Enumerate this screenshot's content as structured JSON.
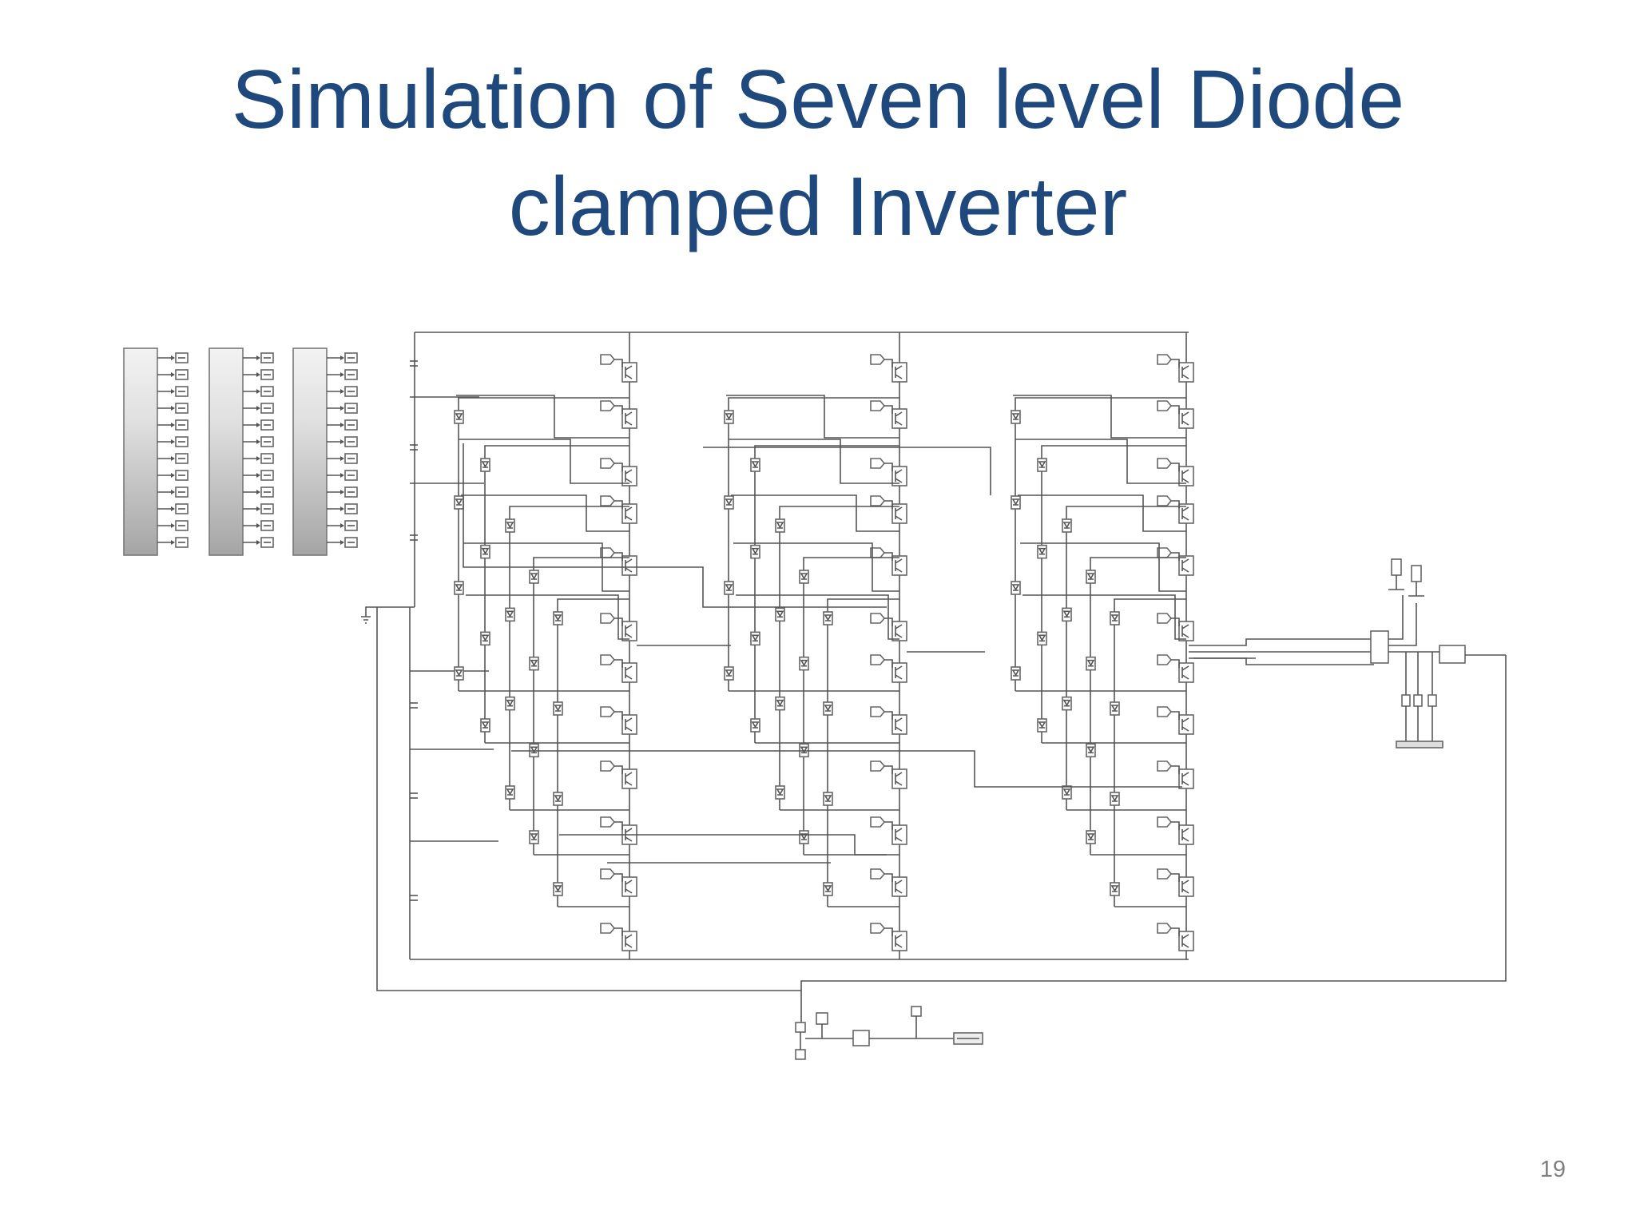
{
  "slide": {
    "title_line1": "Simulation of Seven level Diode",
    "title_line2": "clamped Inverter",
    "page_number": "19"
  },
  "schematic": {
    "source": "Simulink model",
    "signal_source_blocks": 3,
    "gate_outputs_per_source": 12,
    "phase_legs": 3,
    "switches_per_leg": 12,
    "clamp_diode_columns_per_leg": 5,
    "dc_capacitors": 6,
    "colors": {
      "wire": "#555555",
      "block_border": "#666666",
      "gradient_top": "#e6e6e6",
      "gradient_bottom": "#a9a9a9"
    }
  }
}
